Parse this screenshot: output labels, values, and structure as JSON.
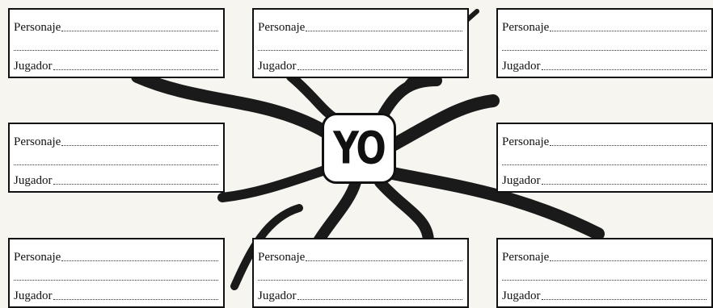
{
  "center_label": "YO",
  "cards": [
    {
      "character_label": "Personaje",
      "player_label": "Jugador"
    },
    {
      "character_label": "Personaje",
      "player_label": "Jugador"
    },
    {
      "character_label": "Personaje",
      "player_label": "Jugador"
    },
    {
      "character_label": "Personaje",
      "player_label": "Jugador"
    },
    {
      "character_label": "Personaje",
      "player_label": "Jugador"
    },
    {
      "character_label": "Personaje",
      "player_label": "Jugador"
    },
    {
      "character_label": "Personaje",
      "player_label": "Jugador"
    },
    {
      "character_label": "Personaje",
      "player_label": "Jugador"
    }
  ]
}
